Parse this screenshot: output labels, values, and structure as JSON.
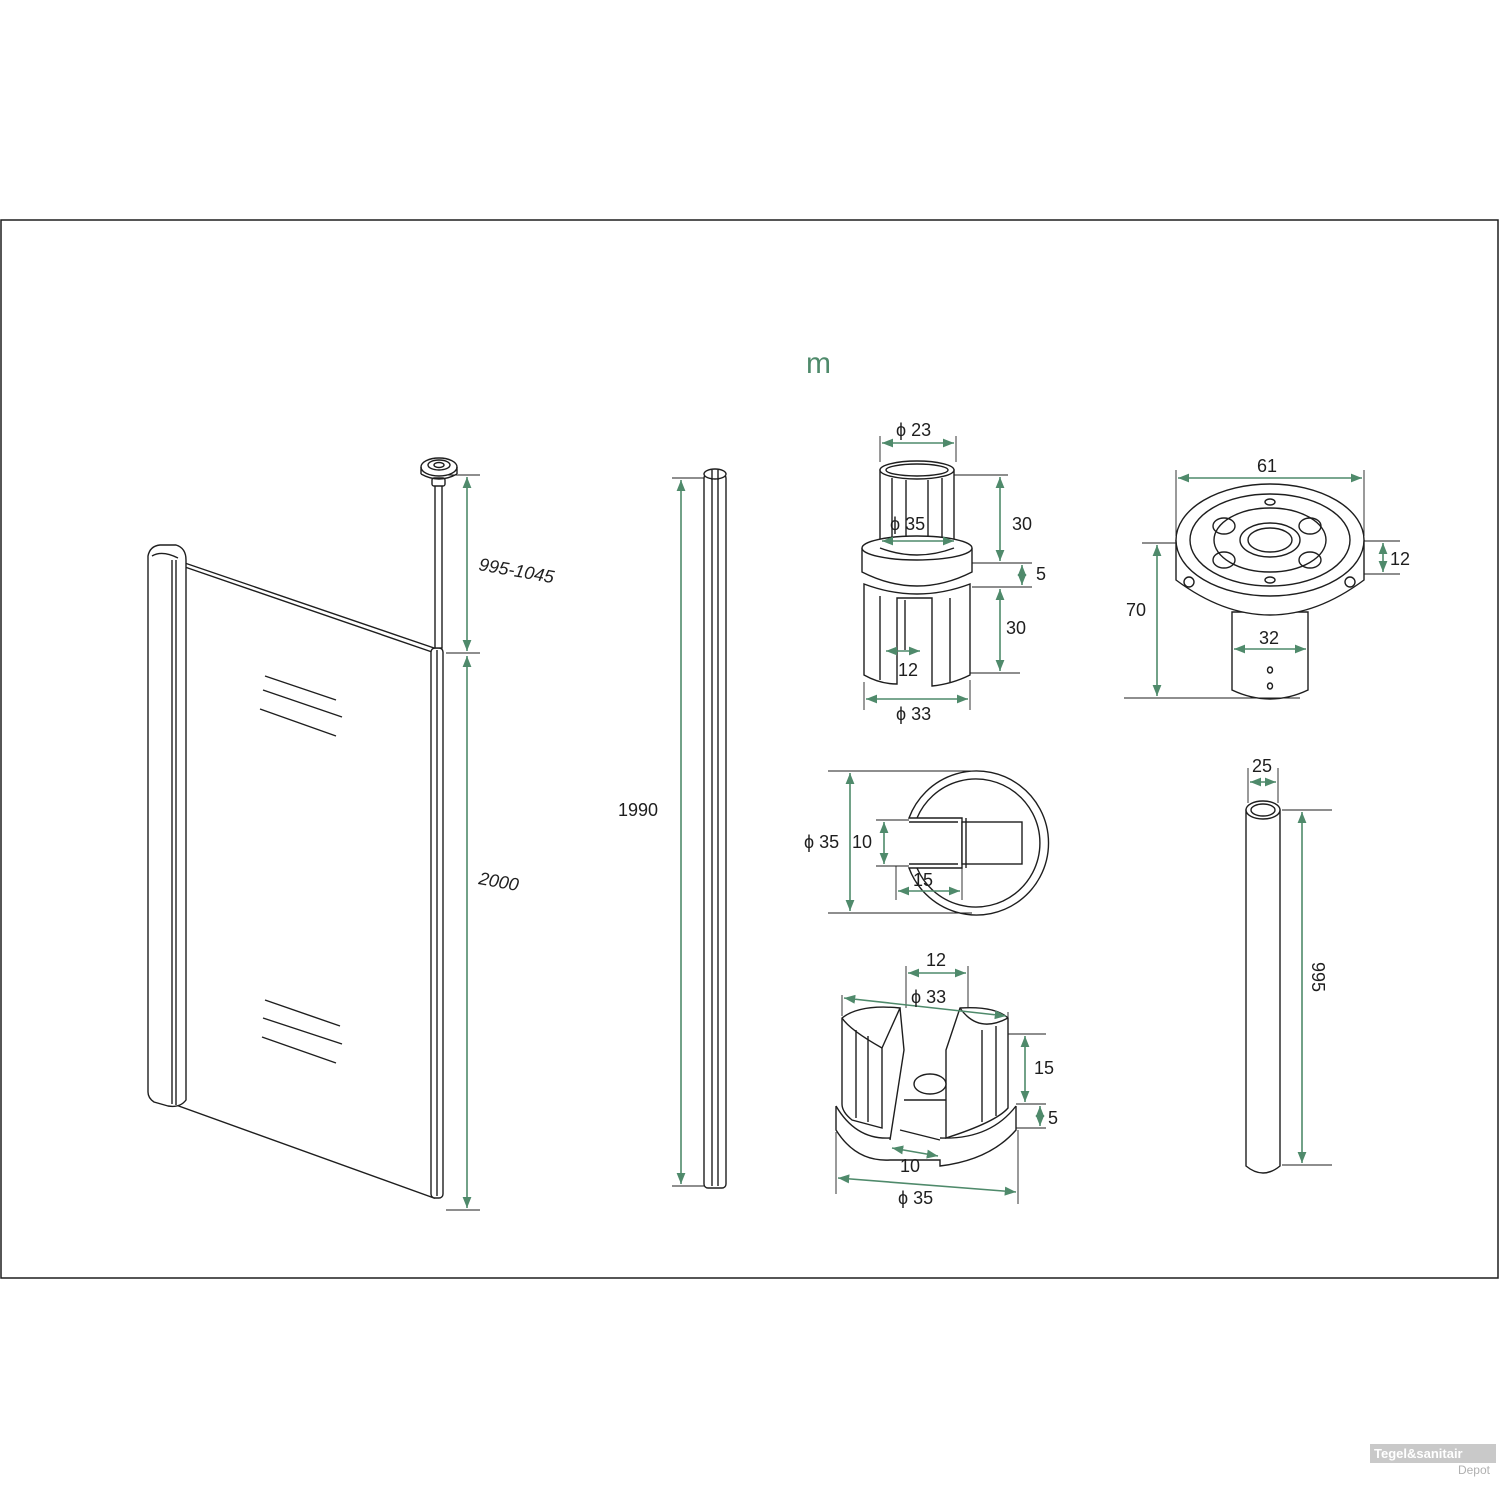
{
  "unit_label": "m",
  "shower_panel": {
    "rod_length_label": "995-1045",
    "panel_height_label": "2000"
  },
  "wall_profile": {
    "height_label": "1990"
  },
  "adapter_piece": {
    "top_diameter_label": "ϕ 23",
    "collar_diameter_label": "ϕ 35",
    "bottom_diameter_label": "ϕ 33",
    "top_height_label": "30",
    "collar_height_label": "5",
    "bottom_height_label": "30",
    "slot_width_label": "12"
  },
  "ceiling_mount": {
    "flange_diameter_label": "61",
    "flange_height_label": "12",
    "total_height_label": "70",
    "stem_diameter_label": "32"
  },
  "profile_section": {
    "diameter_label": "ϕ 35",
    "slot_height_label": "10",
    "slot_depth_label": "15"
  },
  "end_cap": {
    "slot_width_label": "12",
    "inner_diameter_label": "ϕ 33",
    "upper_height_label": "15",
    "base_height_label": "5",
    "gap_label": "10",
    "outer_diameter_label": "ϕ 35"
  },
  "support_tube": {
    "diameter_label": "25",
    "length_label": "995"
  },
  "watermark": {
    "brand_line1": "Tegel&sanitair",
    "brand_line2": "Depot"
  }
}
